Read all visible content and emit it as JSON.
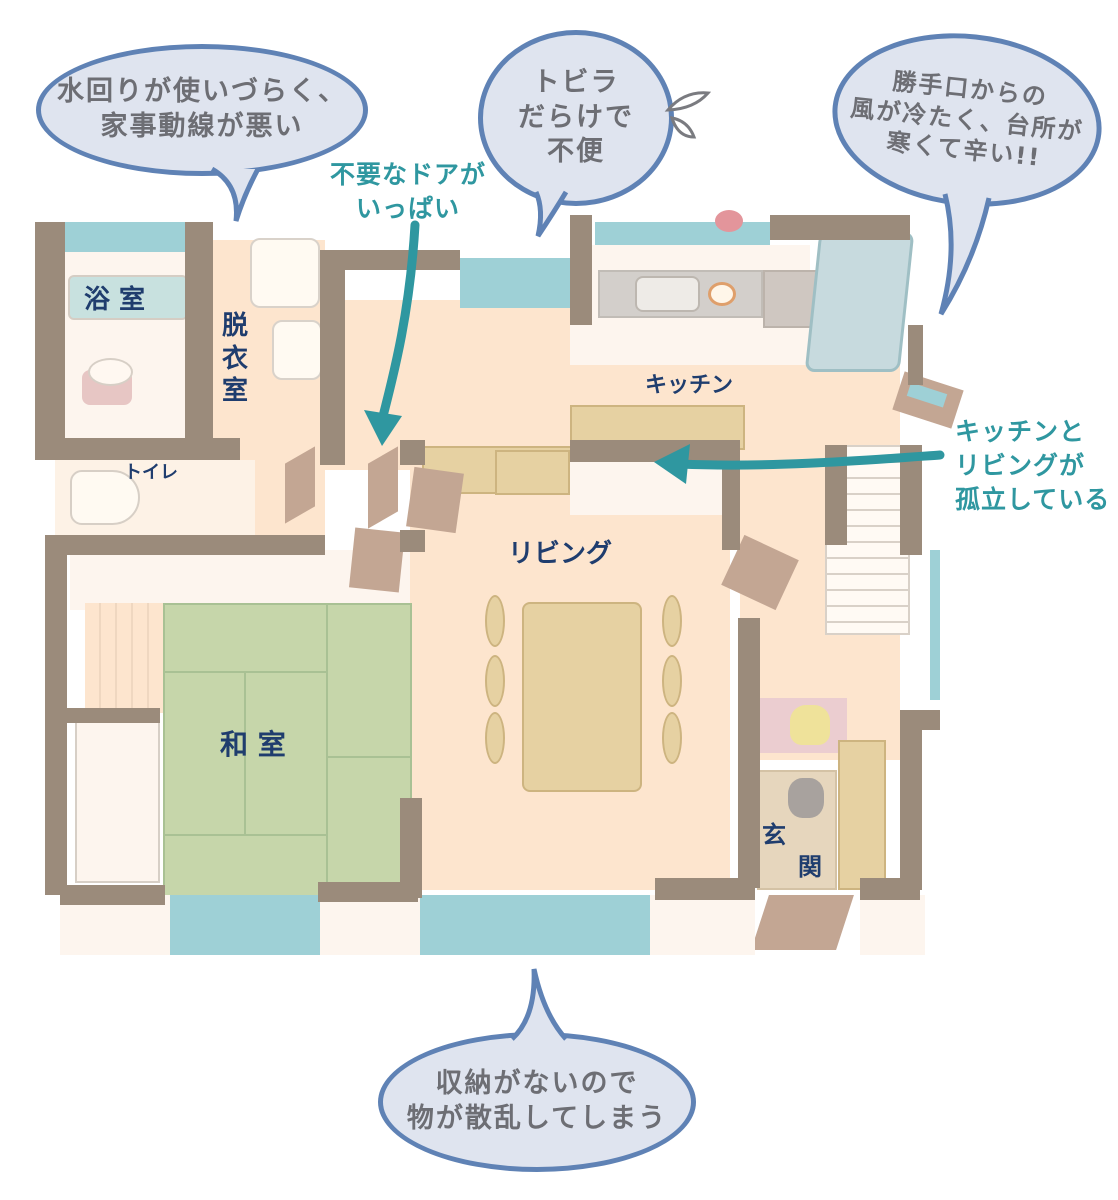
{
  "bubbles": {
    "water": "水回りが使いづらく、\n家事動線が悪い",
    "doors": "トビラ\nだらけで\n不便",
    "backdoor": "勝手口からの\n風が冷たく、台所が\n寒くて辛い!!",
    "storage": "収納がないので\n物が散乱してしまう"
  },
  "notes": {
    "unneeded_doors": "不要なドアが\nいっぱい",
    "isolated": "キッチンと\nリビングが\n孤立している"
  },
  "rooms": {
    "bath": "浴 室",
    "dressing": "脱\n衣\n室",
    "toilet": "トイレ",
    "kitchen": "キッチン",
    "living": "リビング",
    "washitsu": "和 室",
    "entrance_1": "玄",
    "entrance_2": "関"
  },
  "colors": {
    "bubble_fill": "#dfe4ef",
    "bubble_border": "#5f82b5",
    "bubble_text": "#6d6e74",
    "note_teal": "#2f97a0",
    "label_navy": "#1f3d6e",
    "wall": "#9b8b7b",
    "floor": "#fde5ce",
    "tatami": "#c6d6aa",
    "window": "#9ed0d6"
  }
}
